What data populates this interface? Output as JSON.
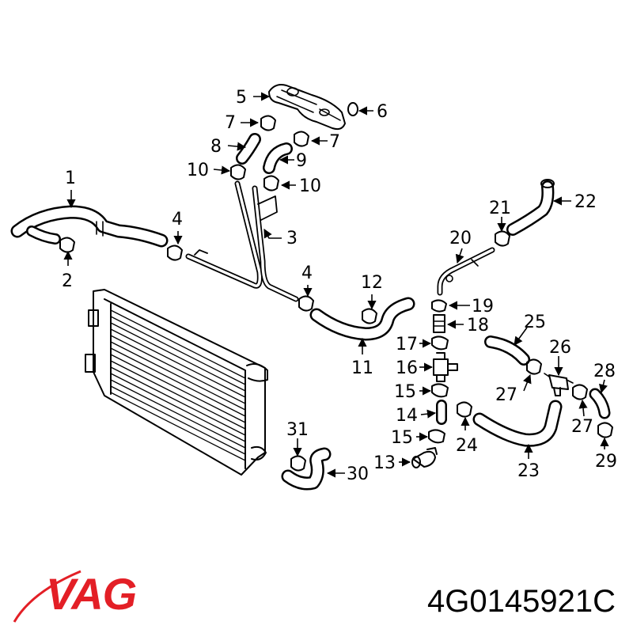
{
  "brand": {
    "name": "VAG",
    "color": "#e31f26"
  },
  "part_number": "4G0145921C",
  "callouts": [
    "1",
    "2",
    "3",
    "4",
    "4",
    "5",
    "6",
    "7",
    "7",
    "8",
    "9",
    "10",
    "10",
    "11",
    "12",
    "13",
    "14",
    "15",
    "15",
    "16",
    "17",
    "18",
    "19",
    "20",
    "21",
    "22",
    "23",
    "24",
    "25",
    "26",
    "27",
    "27",
    "28",
    "29",
    "30",
    "31"
  ]
}
